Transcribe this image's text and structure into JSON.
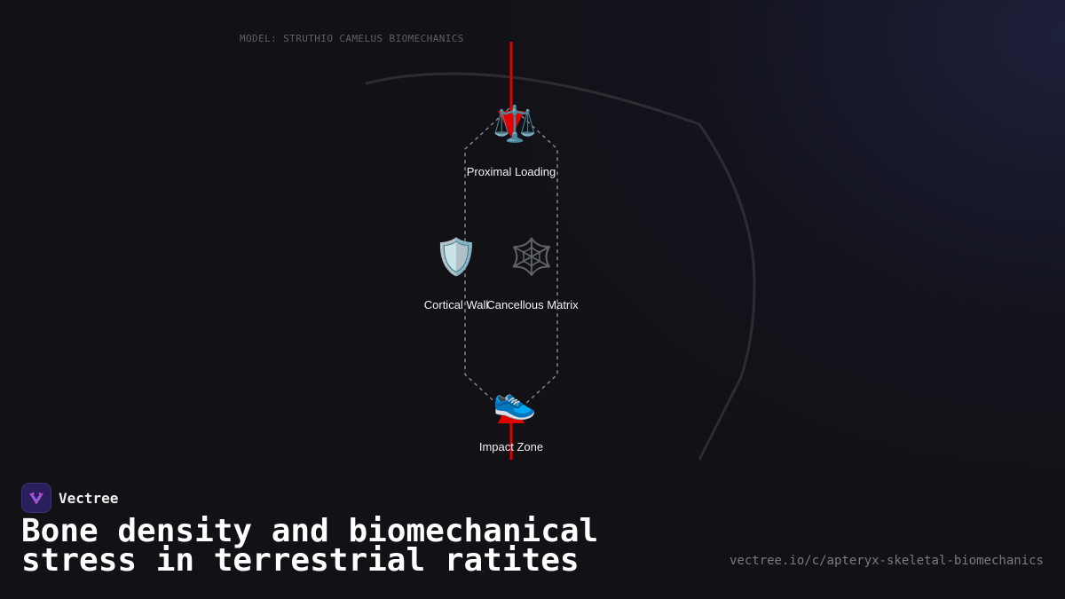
{
  "model_label": "MODEL: STRUTHIO CAMELUS BIOMECHANICS",
  "nodes": {
    "proximal": {
      "icon": "⚖️",
      "icon_name": "balance-scale-icon",
      "label": "Proximal Loading"
    },
    "cortical": {
      "icon": "🛡️",
      "icon_name": "shield-icon",
      "label": "Cortical Wall"
    },
    "cancellous": {
      "icon": "🕸️",
      "icon_name": "spider-web-icon",
      "label": "Cancellous Matrix"
    },
    "impact": {
      "icon": "👟",
      "icon_name": "sneaker-icon",
      "label": "Impact Zone"
    }
  },
  "brand": {
    "name": "Vectree",
    "logo_icon": "vectree-logo-icon"
  },
  "title": "Bone density and biomechanical stress in terrestrial ratites",
  "url": "vectree.io/c/apteryx-skeletal-biomechanics",
  "colors": {
    "force_arrow": "#e00000",
    "background": "#111116",
    "brand_tile": "#2a1f5c"
  }
}
